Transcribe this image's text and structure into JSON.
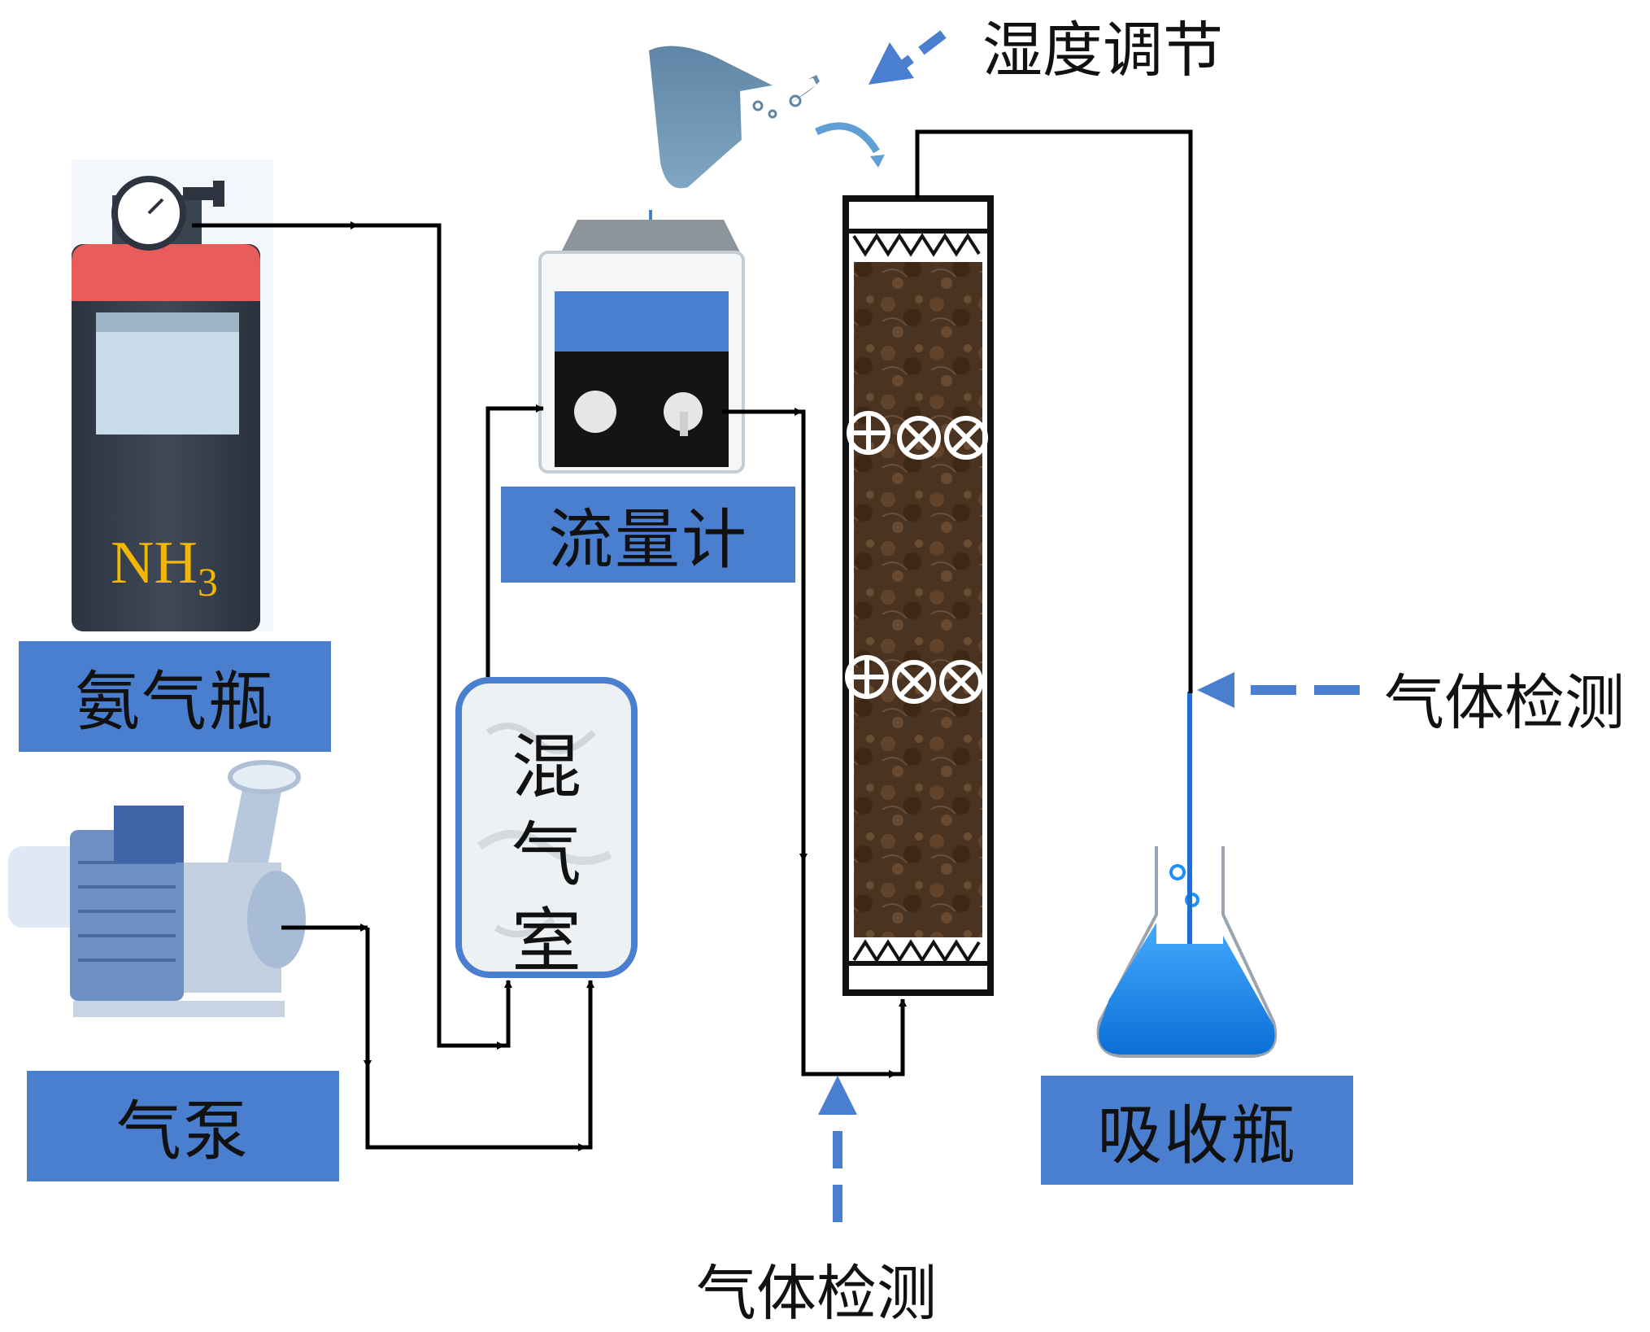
{
  "labels": {
    "cylinder": "氨气瓶",
    "pump": "气泵",
    "flowmeter": "流量计",
    "mixing_chamber": [
      "混",
      "气",
      "室"
    ],
    "absorption_bottle": "吸收瓶",
    "humidity": "湿度调节",
    "gas_detection_right": "气体检测",
    "gas_detection_bottom": "气体检测"
  },
  "cylinder_text": {
    "main": "NH",
    "subscript": "3"
  },
  "colors": {
    "label_bg": "#4a7fd0",
    "dashed_arrow": "#4a7fd0",
    "pipe": "#000000",
    "nh3_text": "#f2b705",
    "soil": "#4a3320",
    "flask_liquid": "#1e90ff"
  },
  "icons": [
    "gas-cylinder-icon",
    "pump-icon",
    "flowmeter-icon",
    "mixing-chamber-icon",
    "soil-column-icon",
    "spray-bottle-icon",
    "flask-icon"
  ]
}
